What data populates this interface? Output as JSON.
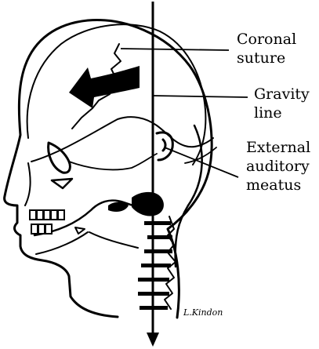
{
  "labels": {
    "coronal_line1": "Coronal",
    "coronal_line2": "suture",
    "gravity_line1": "Gravity",
    "gravity_line2": "line",
    "meatus_line1": "External",
    "meatus_line2": "auditory",
    "meatus_line3": "meatus"
  },
  "signature": "L.Kindon",
  "colors": {
    "ink": "#000000",
    "background": "#ffffff"
  }
}
